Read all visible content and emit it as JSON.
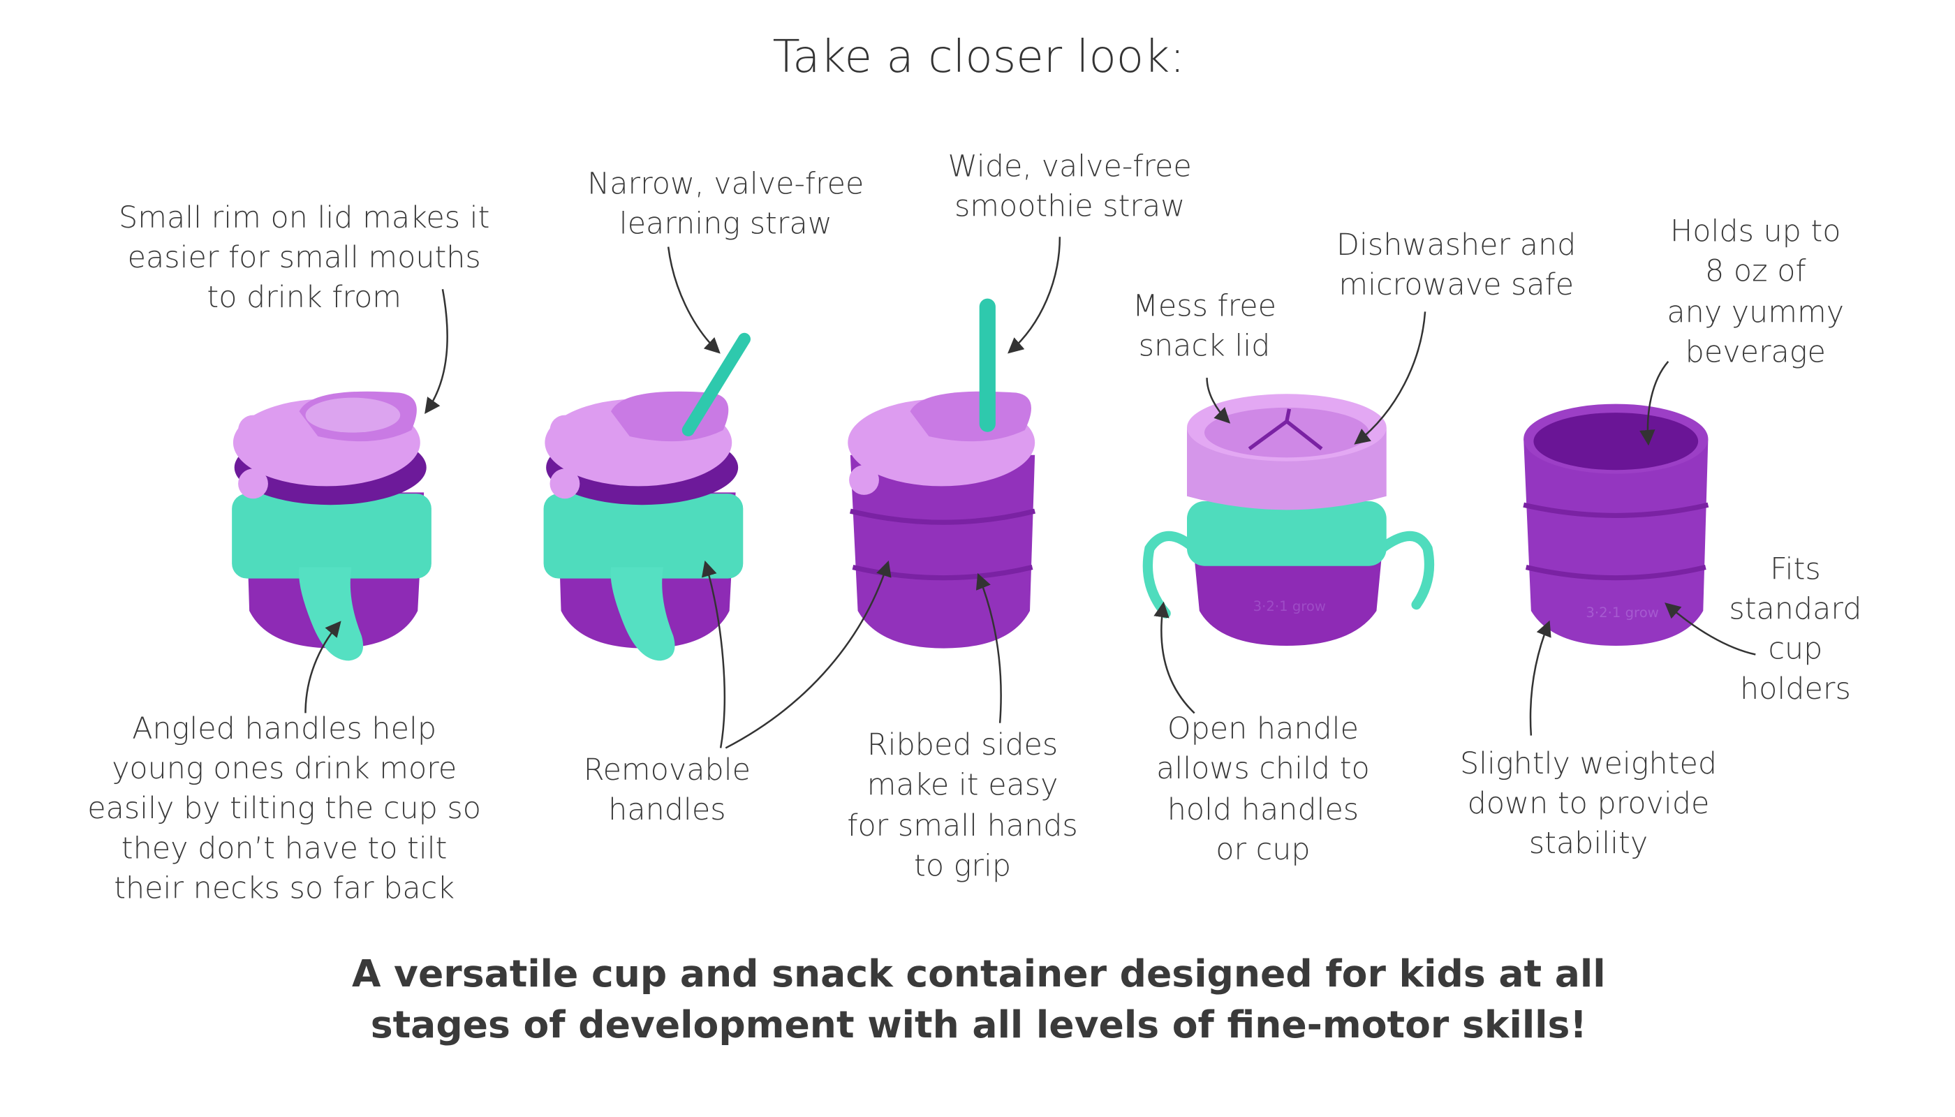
{
  "title": "Take a closer look:",
  "callouts": {
    "small_rim": [
      "Small rim on lid makes it",
      "easier for small mouths",
      "to drink from"
    ],
    "narrow_straw": [
      "Narrow, valve-free",
      "learning straw"
    ],
    "wide_straw": [
      "Wide, valve-free",
      "smoothie straw"
    ],
    "snack_lid": [
      "Mess free",
      "snack lid"
    ],
    "dishwasher": [
      "Dishwasher and",
      "microwave safe"
    ],
    "holds": [
      "Holds up to",
      "8 oz of",
      "any yummy",
      "beverage"
    ],
    "fits": [
      "Fits",
      "standard",
      "cup",
      "holders"
    ],
    "angled": [
      "Angled handles help",
      "young ones drink more",
      "easily by tilting the cup so",
      "they don’t have to tilt",
      "their necks so far back"
    ],
    "removable": [
      "Removable",
      "handles"
    ],
    "ribbed": [
      "Ribbed sides",
      "make it easy",
      "for small hands",
      "to grip"
    ],
    "open_handle": [
      "Open handle",
      "allows child to",
      "hold handles",
      "or cup"
    ],
    "weighted": [
      "Slightly weighted",
      "down to provide",
      "stability"
    ]
  },
  "tagline": [
    "A versatile cup and snack container designed for kids at all",
    "stages of development with all levels of fine-motor skills!"
  ],
  "logo": [
    "3·2·1",
    "grow"
  ],
  "colors": {
    "purple": "#8e2bb5",
    "purple_dark": "#6d1a9a",
    "lilac": "#d48ee8",
    "teal": "#4fdcbd",
    "text": "#3a3a3a"
  }
}
